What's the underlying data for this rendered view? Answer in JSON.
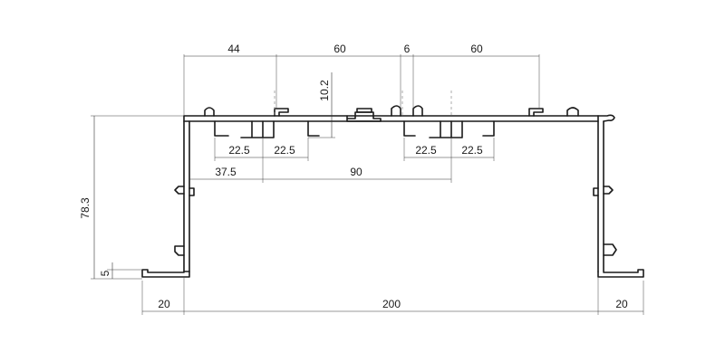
{
  "dimensions": {
    "top_44": "44",
    "top_60_left": "60",
    "top_6": "6",
    "top_60_right": "60",
    "height_10_2": "10.2",
    "left_22_5_a": "22.5",
    "left_22_5_b": "22.5",
    "right_22_5_a": "22.5",
    "right_22_5_b": "22.5",
    "offset_37_5": "37.5",
    "span_90": "90",
    "height_78_3": "78.3",
    "foot_5": "5",
    "bottom_20_left": "20",
    "bottom_200": "200",
    "bottom_20_right": "20"
  },
  "colors": {
    "line": "#1a1a1a",
    "background": "#ffffff"
  }
}
